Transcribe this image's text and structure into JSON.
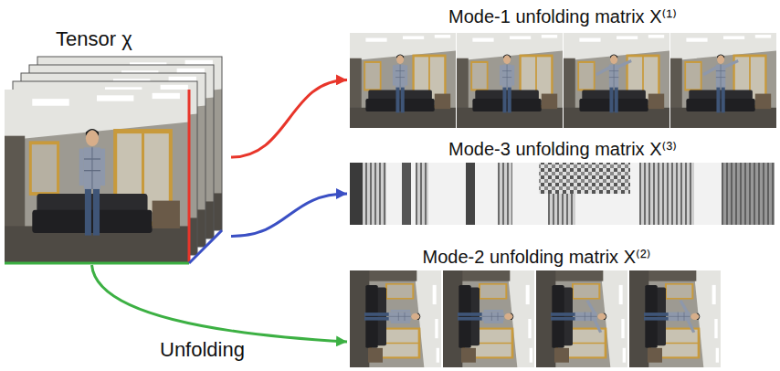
{
  "diagram": {
    "nodes": [
      {
        "text": [
          "Tensor χ"
        ]
      },
      {
        "text": [
          "Mode-1 unfolding matrix X⁽¹⁾"
        ]
      },
      {
        "text": [
          "Mode-3 unfolding matrix X⁽³⁾"
        ]
      },
      {
        "text": [
          "Mode-2 unfolding matrix X⁽²⁾"
        ]
      }
    ],
    "edges": [
      {
        "from": 0,
        "to": 1,
        "arrow": "to"
      },
      {
        "from": 0,
        "to": 2,
        "arrow": "to"
      },
      {
        "from": 0,
        "to": 3,
        "arrow": "to",
        "label": "Unfolding"
      }
    ]
  }
}
